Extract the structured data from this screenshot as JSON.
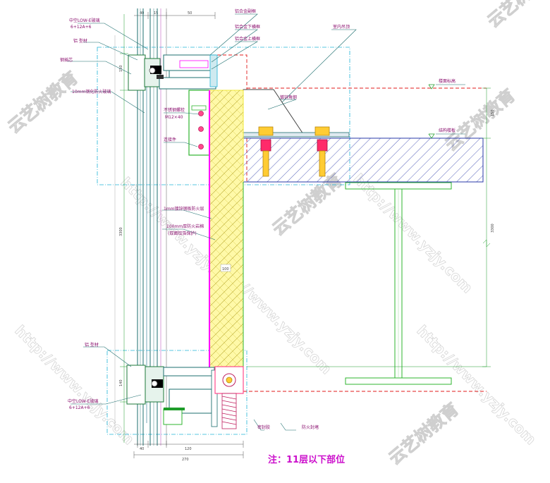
{
  "labels": {
    "insulated_glass_upper": "中空LOW-E玻璃",
    "insulated_glass_upper_spec": "6+12A+6",
    "frame_upper": "铝 型材",
    "steel_sub_frame": "钢插芯",
    "fire_glass": "10mm钢化防火玻璃",
    "bolt_set": "不锈钢螺栓",
    "bolt_spec": "M12×40",
    "connector": "连接件",
    "fire_board": "1mm镀锌钢板防火层",
    "rock_wool": "100mm厚防火岩棉",
    "rock_wool_note": "(双面铝箔保护)",
    "frame_lower": "铝 型材",
    "insulated_glass_lower": "中空LOW-E玻璃",
    "insulated_glass_lower_spec": "6+12A+6",
    "top_right_1": "铝合金副框",
    "top_right_2": "铝合金下横框",
    "top_right_3": "铝合金上横框",
    "indoor_ceiling": "室内吊顶",
    "steel_angle": "镀锌角钢",
    "floor_finish": "楼面标高",
    "floor_structure": "结构楼板",
    "bottom_sealant": "密封胶",
    "bottom_trim": "防火封堵"
  },
  "dims": {
    "top_a": "40",
    "top_b": "15",
    "top_c": "50",
    "left_height": "3300",
    "left_small_a": "150",
    "left_small_b": "140",
    "right_height": "3300",
    "right_top": "150",
    "bottom_a": "40",
    "bottom_b": "120",
    "bottom_total": "270",
    "mid_label": "100"
  },
  "note": "注：11层以下部位",
  "watermarks": {
    "brand": "云艺树教育",
    "url": "http://www.yzjy.com"
  },
  "colors": {
    "glass_frame": "#1d6f6f",
    "magenta": "#ff00ff",
    "yellow": "#f2ea3a",
    "green": "#2fb52f",
    "cyan_dash": "#22b5d8",
    "red_dash": "#e01b1b",
    "concrete": "#2a3aa8"
  }
}
